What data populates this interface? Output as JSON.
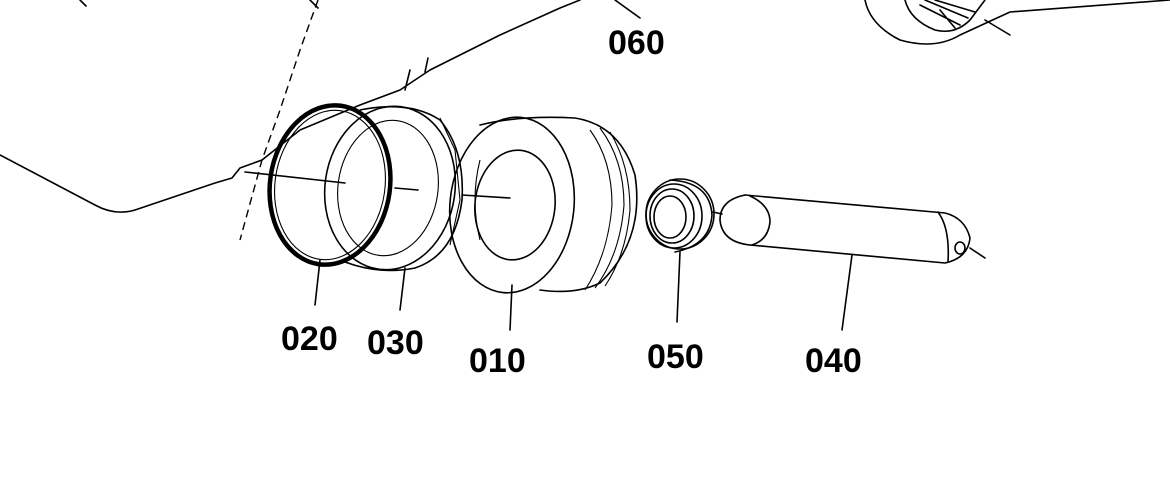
{
  "parts": [
    {
      "id": "020",
      "label": "020"
    },
    {
      "id": "030",
      "label": "030"
    },
    {
      "id": "010",
      "label": "010"
    },
    {
      "id": "050",
      "label": "050"
    },
    {
      "id": "040",
      "label": "040"
    },
    {
      "id": "060",
      "label": "060"
    }
  ]
}
